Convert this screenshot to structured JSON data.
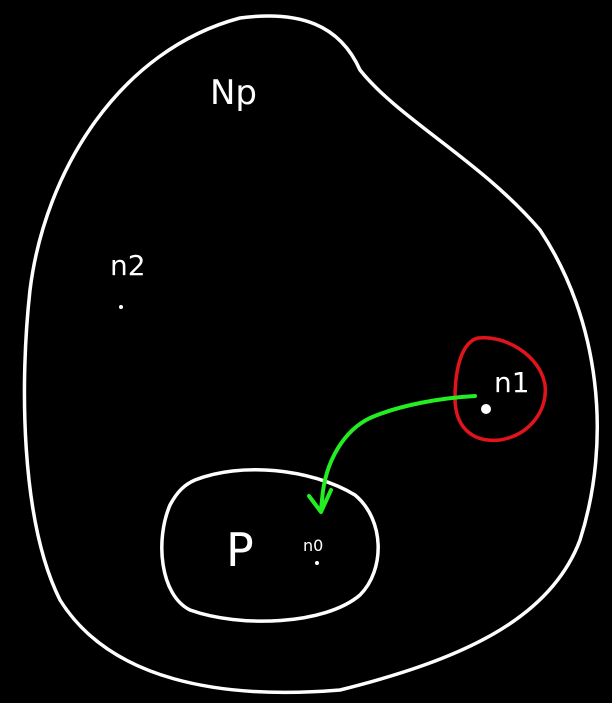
{
  "labels": {
    "np": "Np",
    "n2_outer": "n2",
    "n1": "n1",
    "p": "P",
    "n0": "n0"
  },
  "colors": {
    "background": "#000000",
    "outline": "#ffffff",
    "red_region": "#e0141b",
    "arrow": "#22ee22"
  }
}
